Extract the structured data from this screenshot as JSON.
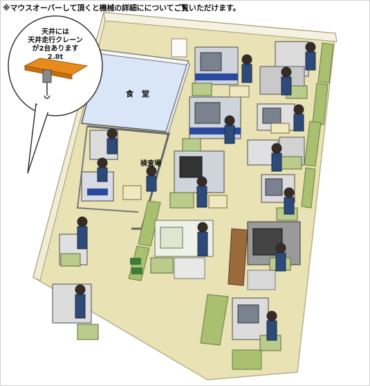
{
  "notice": "※マウスオーバーして頂くと機械の詳細にについてご覧いただけます。",
  "crane": {
    "line1": "天井には",
    "line2": "天井走行クレーン",
    "line3": "が2台あります",
    "tonnage": "2.8t"
  },
  "areas": {
    "cafeteria": "食 堂",
    "inspection": "検査場"
  },
  "colors": {
    "floor": "#e9e2b4",
    "wall": "#fafafa",
    "worker_uniform": "#2e4a78",
    "cabinet_green": "#a8c070",
    "cafeteria_blue": "#d8e6f7",
    "crane_orange": "#e88a1c"
  }
}
